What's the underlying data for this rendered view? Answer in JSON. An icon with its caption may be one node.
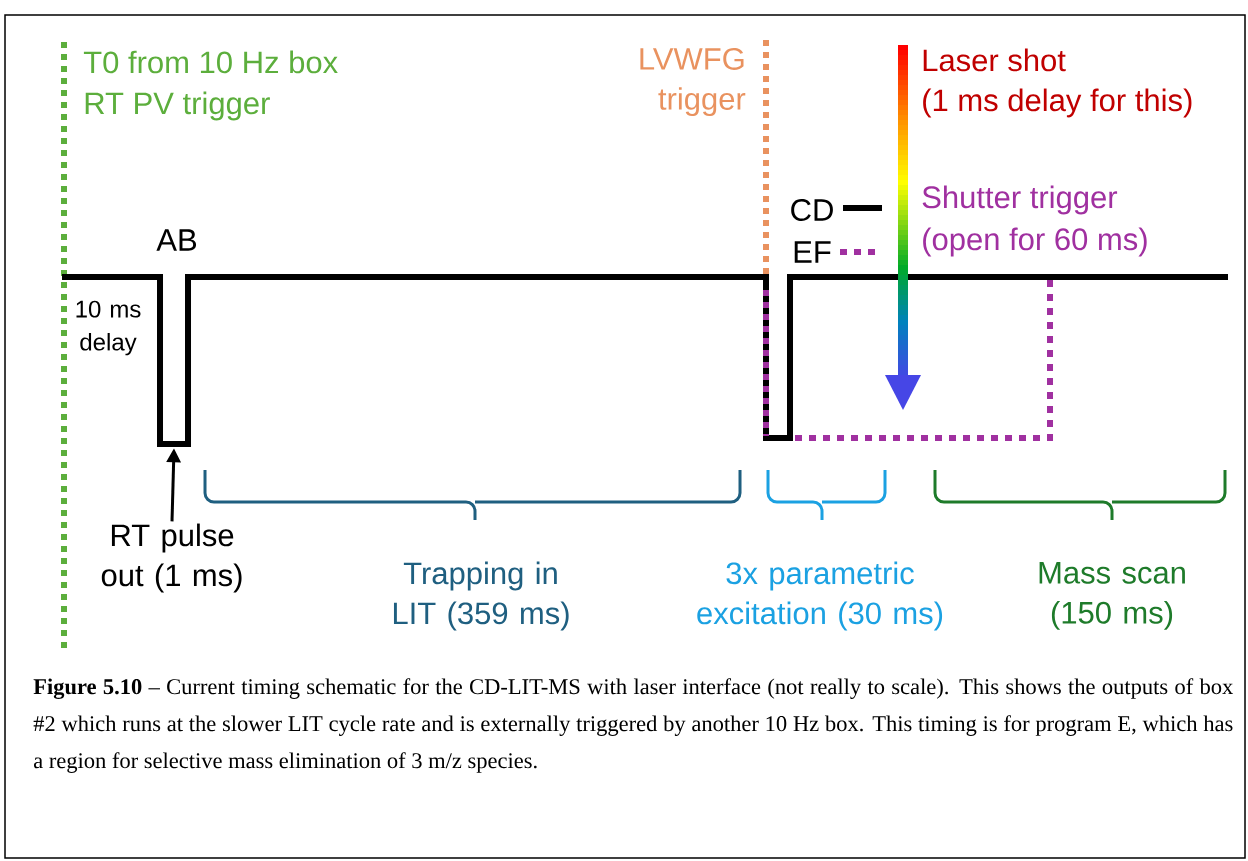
{
  "diagram": {
    "caption": "**Figure 5.10** – Current timing schematic for the CD-LIT-MS with laser interface (not really to scale). This shows the outputs of box #2 which runs at the slower LIT cycle rate and is externally triggered by another 10 Hz box. This timing is for program E, which has a region for selective mass elimination of 3 m/z species.",
    "nodes": [
      {
        "text": [
          "RT pulse out (1 ms)"
        ]
      },
      {
        "text": [],
        "shape": "bar"
      }
    ],
    "edges": [
      {
        "from": 0,
        "to": 1,
        "arrow": "to"
      }
    ],
    "labels": [
      "T0 from 10 Hz box",
      "RT PV trigger",
      "LVWFG trigger",
      "Laser shot",
      "(1 ms delay for this)",
      "Shutter trigger",
      "(open for 60 ms)",
      "AB",
      "10 ms delay",
      "Trapping in LIT (359 ms)",
      "3x parametric excitation (30 ms)",
      "Mass scan (150 ms)"
    ],
    "legend": [
      {
        "text": "CD"
      },
      {
        "text": "EF"
      }
    ]
  }
}
